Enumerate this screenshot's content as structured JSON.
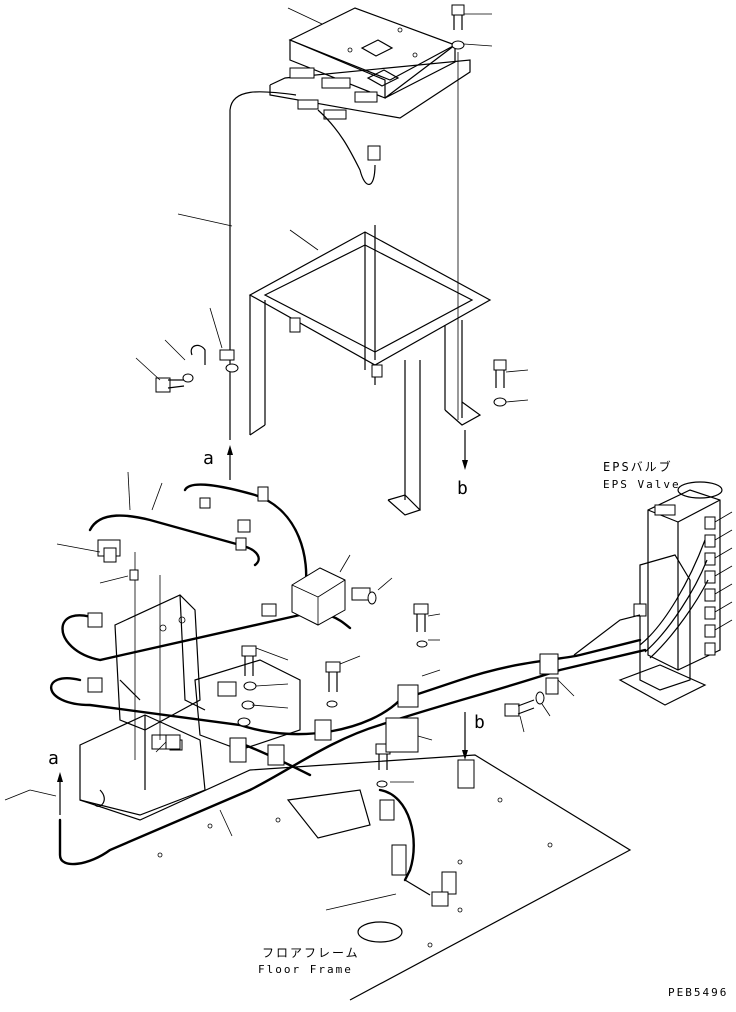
{
  "labels": {
    "eps_valve_jp": "EPSバルブ",
    "eps_valve_en": "EPS Valve",
    "floor_frame_jp": "フロアフレーム",
    "floor_frame_en": "Floor Frame",
    "drawing_code": "PEB5496"
  },
  "markers": {
    "a_top": "a",
    "b_top": "b",
    "a_bottom": "a",
    "b_bottom": "b"
  }
}
